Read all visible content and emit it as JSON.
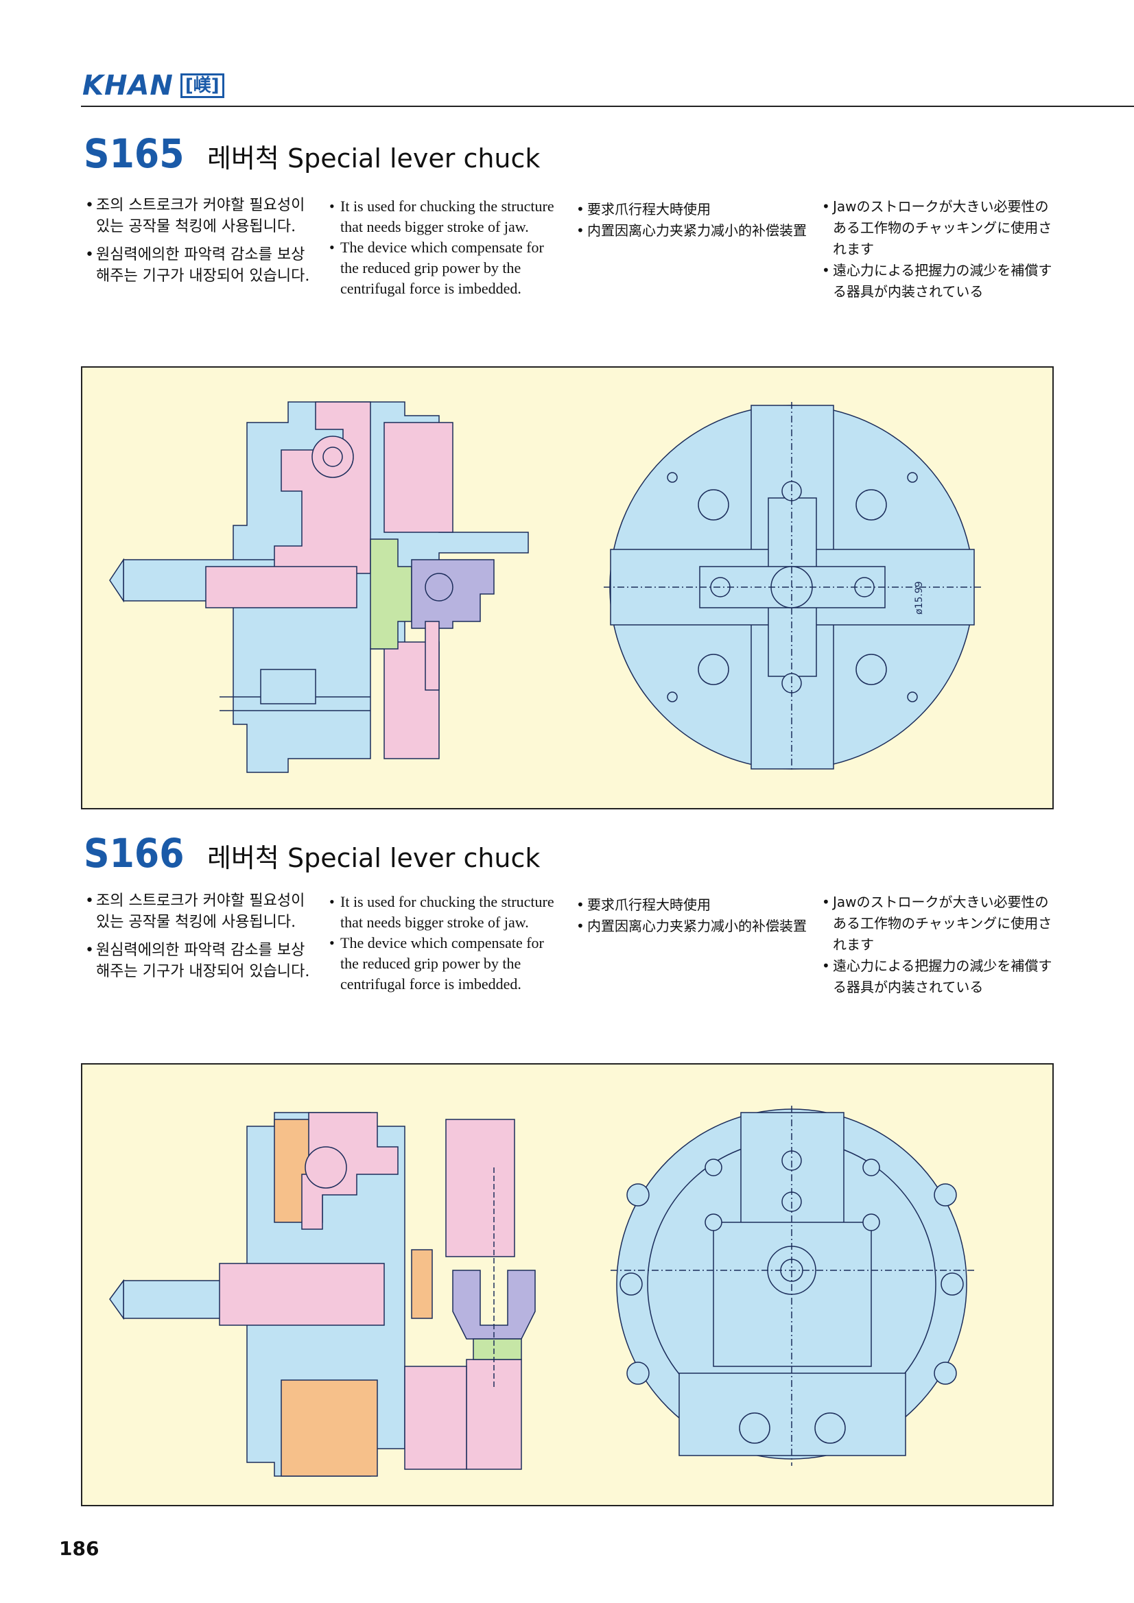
{
  "header": {
    "logo_text": "KHAN",
    "logo_mark": "[嵄]"
  },
  "sections": [
    {
      "code": "S165",
      "subtitle": "레버척 Special lever chuck",
      "ko": [
        "조의 스트로크가 커야할 필요성이 있는 공작물 척킹에 사용됩니다.",
        "원심력에의한 파악력 감소를 보상해주는 기구가 내장되어 있습니다."
      ],
      "en": [
        "It is used for chucking the structure that needs bigger stroke of jaw.",
        "The device which compensate for the reduced grip power by the centrifugal force is imbedded."
      ],
      "cn": [
        "要求爪行程大時使用",
        "内置因离心力夹紧力减小的补偿装置"
      ],
      "jp": [
        "Jawのストロークが大きい必要性のある工作物のチャッキングに使用されます",
        "遠心力による把握力の減少を補償する器具が内装されている"
      ],
      "dimension_label": "ø15.99"
    },
    {
      "code": "S166",
      "subtitle": "레버척 Special lever chuck",
      "ko": [
        "조의 스트로크가 커야할 필요성이 있는 공작물 척킹에 사용됩니다.",
        "원심력에의한 파악력 감소를 보상해주는 기구가 내장되어 있습니다."
      ],
      "en": [
        "It is used for chucking the structure that needs bigger stroke of jaw.",
        "The device which compensate for the reduced grip power by the centrifugal force is imbedded."
      ],
      "cn": [
        "要求爪行程大時使用",
        "内置因离心力夹紧力减小的补偿装置"
      ],
      "jp": [
        "Jawのストロークが大きい必要性のある工作物のチャッキングに使用されます",
        "遠心力による把握力の減少を補償する器具が内装されている"
      ]
    }
  ],
  "page_number": "186",
  "colors": {
    "brand_blue": "#1a5aa8",
    "panel_bg": "#fdf9d6",
    "part_blue": "#bfe2f3",
    "part_pink": "#f4c8dc",
    "part_green": "#c6e6a6",
    "part_violet": "#b7b3df",
    "part_orange": "#f6c08a",
    "line": "#1b2c5a"
  }
}
